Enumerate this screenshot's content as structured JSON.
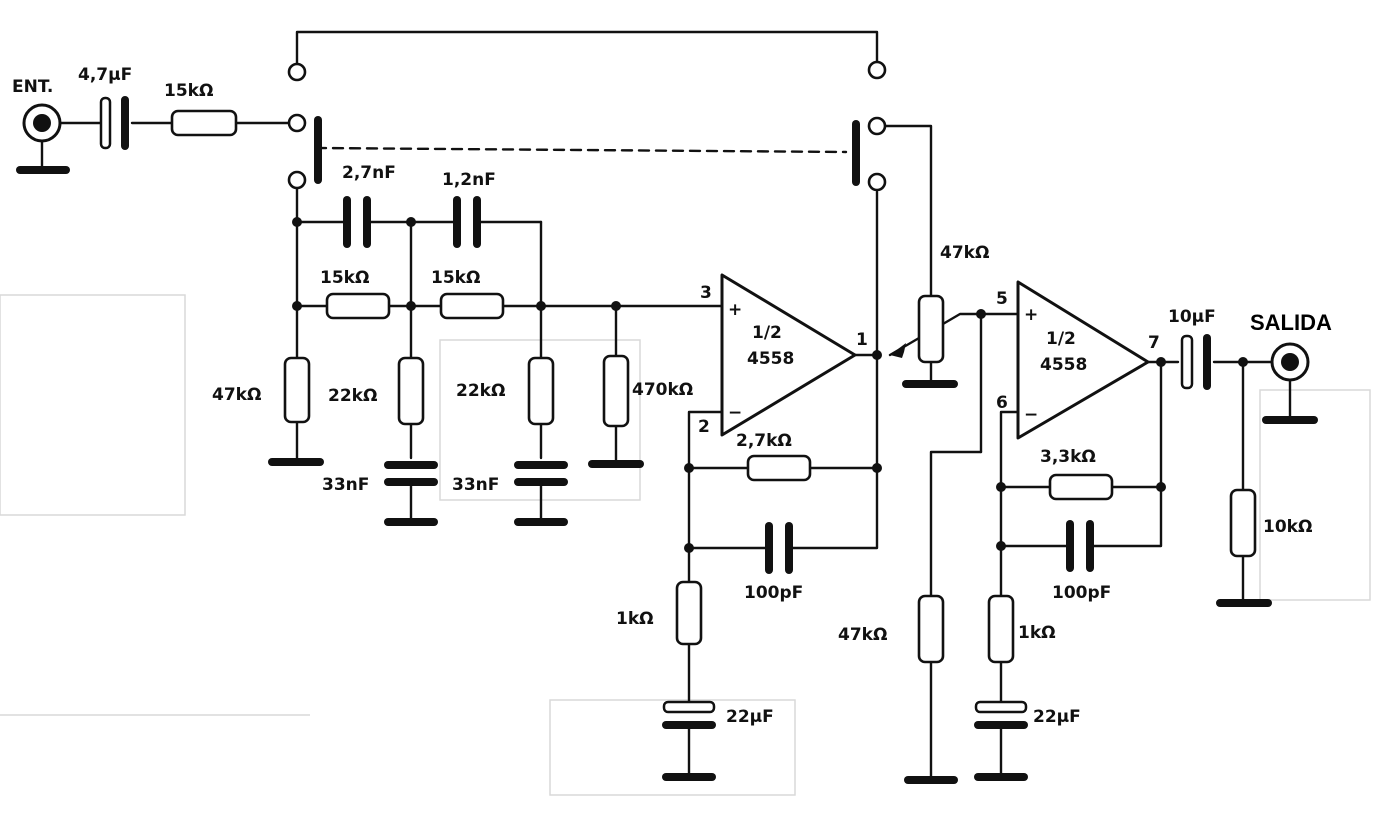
{
  "labels": {
    "input": "ENT.",
    "output": "SALIDA",
    "c_in": "4,7µF",
    "r_in": "15kΩ",
    "c1": "2,7nF",
    "c2": "1,2nF",
    "r1": "15kΩ",
    "r2": "15kΩ",
    "r3": "47kΩ",
    "r4": "22kΩ",
    "r5": "22kΩ",
    "r6": "470kΩ",
    "c3": "33nF",
    "c4": "33nF",
    "rf1": "2,7kΩ",
    "cf1": "100pF",
    "rg1": "1kΩ",
    "cg1": "22µF",
    "pot": "47kΩ",
    "rb2": "47kΩ",
    "rf2": "3,3kΩ",
    "cf2": "100pF",
    "rg2": "1kΩ",
    "cg2": "22µF",
    "c_out": "10µF",
    "r_out": "10kΩ"
  },
  "opamp1": {
    "half": "1/2",
    "part": "4558",
    "pin_plus": "3",
    "pin_minus": "2",
    "pin_out": "1",
    "plus": "+",
    "minus": "−"
  },
  "opamp2": {
    "half": "1/2",
    "part": "4558",
    "pin_plus": "5",
    "pin_minus": "6",
    "pin_out": "7",
    "plus": "+",
    "minus": "−"
  }
}
